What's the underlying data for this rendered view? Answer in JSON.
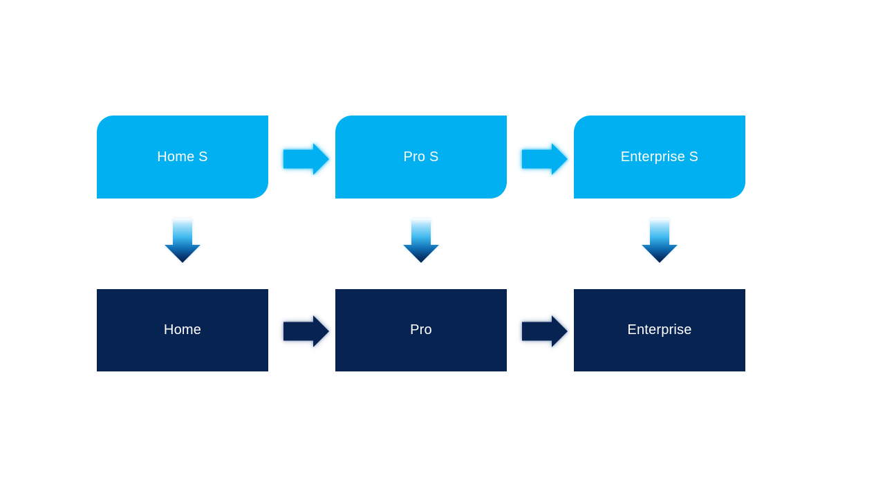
{
  "colors": {
    "background": "#ffffff",
    "box_light_blue": "#00b0f0",
    "box_dark_navy": "#062351",
    "label_text": "#ffffff",
    "arrow_light_blue": "#00b0f0",
    "arrow_dark_navy": "#062351",
    "down_arrow_gradient": [
      "#ffffff",
      "#a9e1fa",
      "#3fb9ef",
      "#0f6cb1",
      "#083a74",
      "#041f4a"
    ]
  },
  "top_row": {
    "items": [
      {
        "label": "Home S"
      },
      {
        "label": "Pro S"
      },
      {
        "label": "Enterprise S"
      }
    ]
  },
  "bottom_row": {
    "items": [
      {
        "label": "Home"
      },
      {
        "label": "Pro"
      },
      {
        "label": "Enterprise"
      }
    ]
  }
}
